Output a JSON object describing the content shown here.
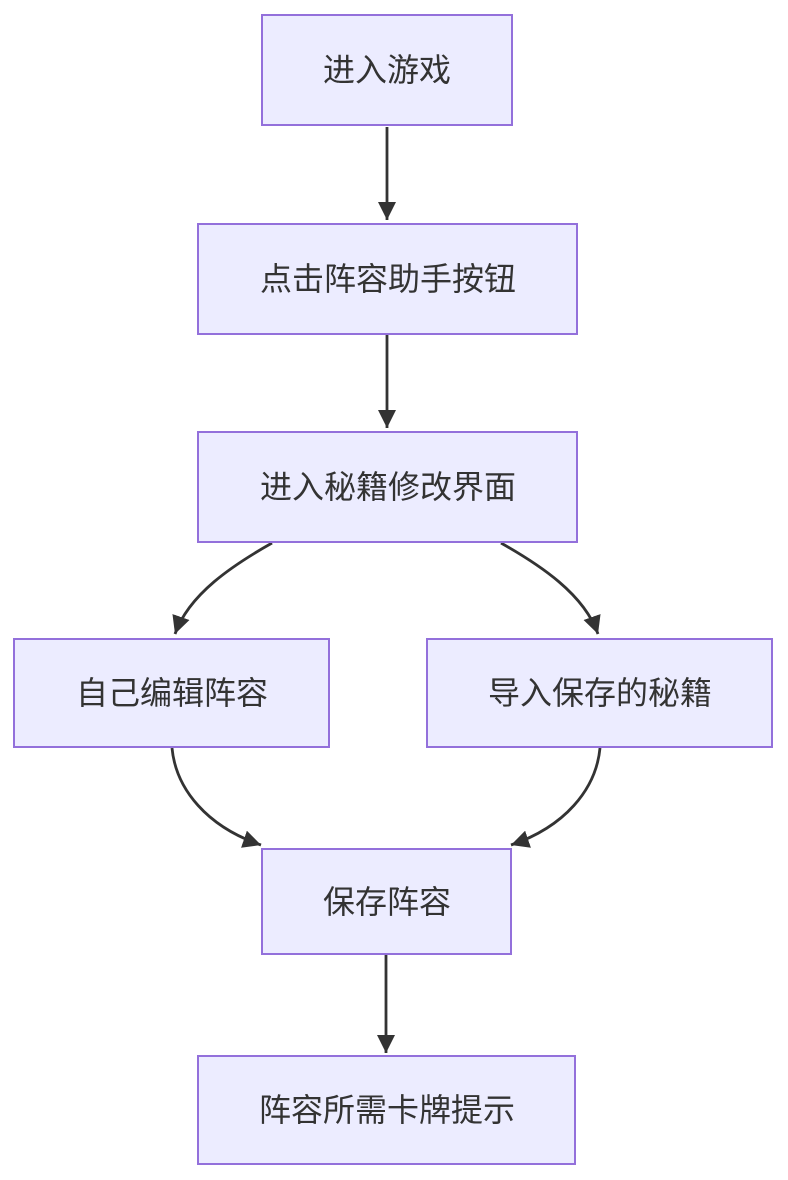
{
  "diagram": {
    "type": "flowchart",
    "direction": "top-to-bottom",
    "theme": {
      "background": "#ffffff",
      "node_fill": "#ECECFF",
      "node_border": "#9370DB",
      "edge_color": "#333333",
      "text_color": "#333333"
    },
    "nodes": [
      {
        "id": "enter-game",
        "label": "进入游戏"
      },
      {
        "id": "click-lineup-assistant",
        "label": "点击阵容助手按钮"
      },
      {
        "id": "cheat-edit-screen",
        "label": "进入秘籍修改界面"
      },
      {
        "id": "edit-lineup-self",
        "label": "自己编辑阵容"
      },
      {
        "id": "import-saved-cheat",
        "label": "导入保存的秘籍"
      },
      {
        "id": "save-lineup",
        "label": "保存阵容"
      },
      {
        "id": "card-hint",
        "label": "阵容所需卡牌提示"
      }
    ],
    "edges": [
      {
        "from": "进入游戏",
        "to": "点击阵容助手按钮"
      },
      {
        "from": "点击阵容助手按钮",
        "to": "进入秘籍修改界面"
      },
      {
        "from": "进入秘籍修改界面",
        "to": "自己编辑阵容"
      },
      {
        "from": "进入秘籍修改界面",
        "to": "导入保存的秘籍"
      },
      {
        "from": "自己编辑阵容",
        "to": "保存阵容"
      },
      {
        "from": "导入保存的秘籍",
        "to": "保存阵容"
      },
      {
        "from": "保存阵容",
        "to": "阵容所需卡牌提示"
      }
    ]
  }
}
